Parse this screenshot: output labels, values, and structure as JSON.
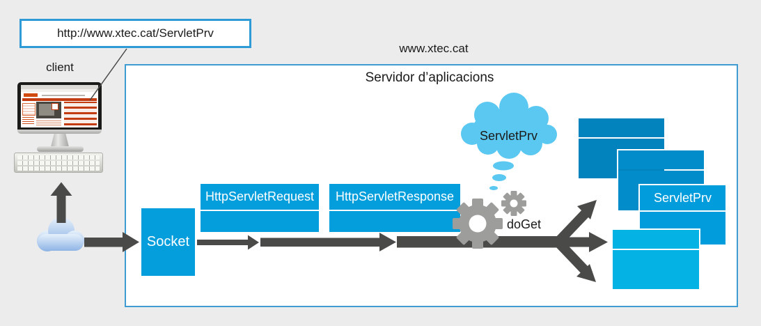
{
  "client": {
    "request_url": "http://www.xtec.cat/ServletPrv",
    "label": "client"
  },
  "server": {
    "domain": "www.xtec.cat",
    "title": "Servidor d’aplicacions",
    "socket": "Socket",
    "http_request": "HttpServletRequest",
    "http_response": "HttpServletResponse",
    "doget": "doGet",
    "thought_cloud": "ServletPrv",
    "servlet_card": "ServletPrv"
  },
  "colors": {
    "page_background": "#ececec",
    "server_box_border": "#3f9cd3",
    "url_box_border": "#2e9bd6",
    "primary_blue": "#049edd",
    "card_back_blue": "#0283bd",
    "card_mid_blue": "#028cc9",
    "card_servlet_blue": "#009cdb",
    "card_front_cyan": "#04b2e3",
    "thought_cloud_blue": "#5bc8f1",
    "arrow_gray": "#4a4a48",
    "gear_gray": "#9d9d9b"
  }
}
